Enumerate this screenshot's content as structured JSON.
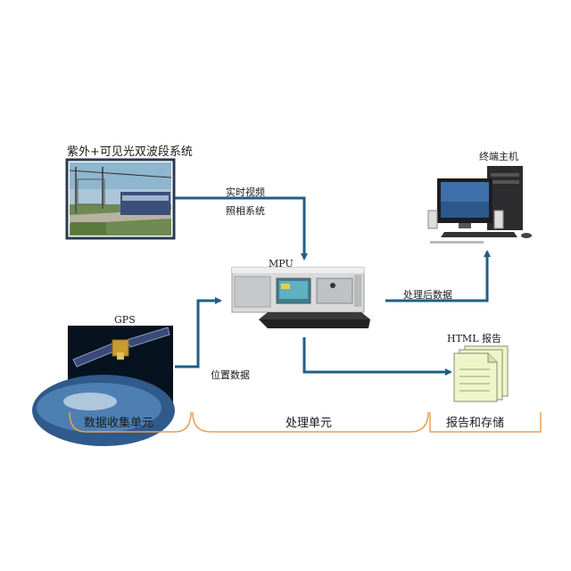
{
  "diagram": {
    "camera_system_title": "紫外+可见光双波段系统",
    "realtime_video": "实时视频",
    "camera_system": "照相系统",
    "mpu_label": "MPU",
    "gps_label": "GPS",
    "position_data": "位置数据",
    "terminal_host": "终端主机",
    "processed_data": "处理后数据",
    "html_report": "HTML 报告",
    "sections": {
      "data_collection": "数据收集单元",
      "processing": "处理单元",
      "report_storage": "报告和存储"
    },
    "colors": {
      "arrow": "#1f5f86",
      "brace": "#e7a058",
      "report_page": "#eef5c8"
    }
  }
}
